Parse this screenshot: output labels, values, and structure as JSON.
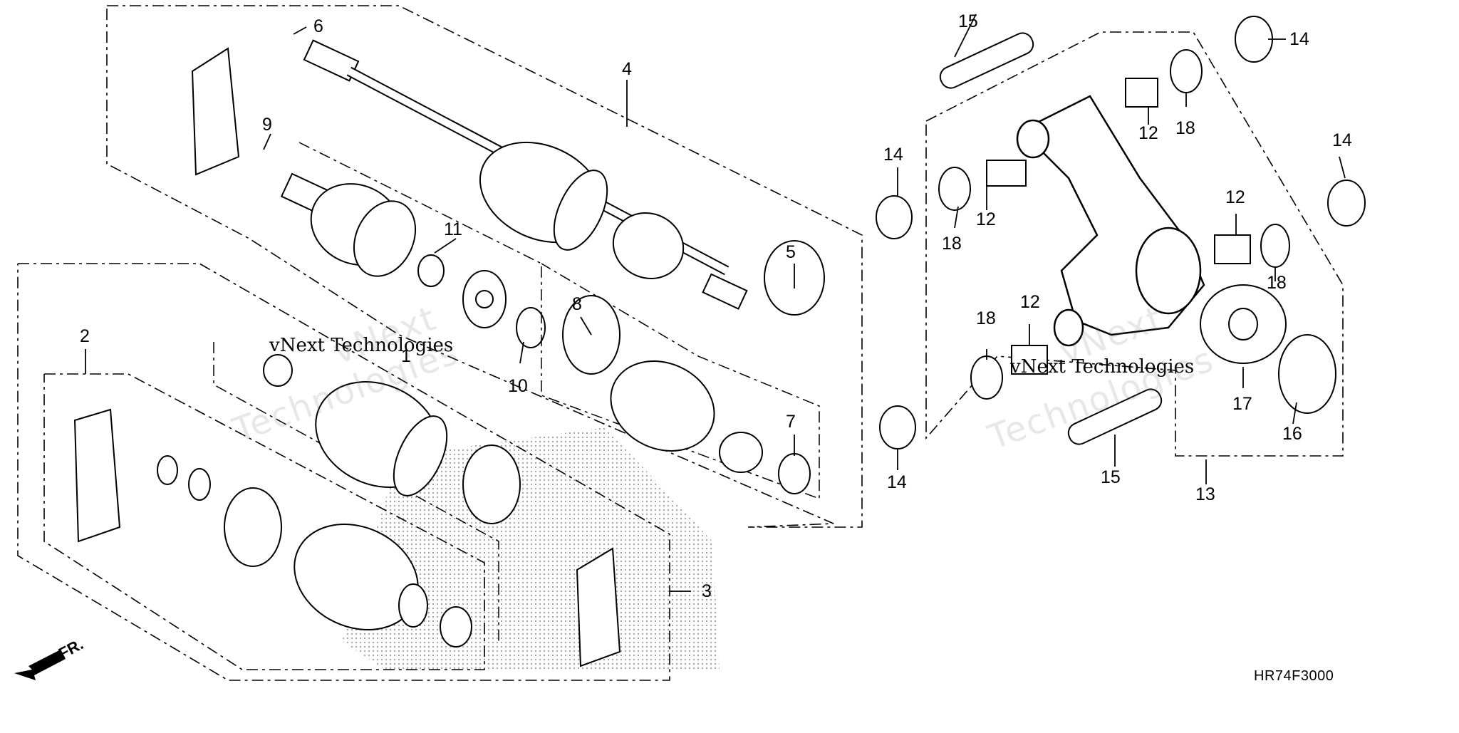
{
  "diagram": {
    "code": "HR74F3000",
    "front_label": "FR.",
    "callouts": [
      "1",
      "2",
      "3",
      "4",
      "5",
      "6",
      "7",
      "8",
      "9",
      "10",
      "11",
      "12",
      "12",
      "12",
      "12",
      "13",
      "14",
      "14",
      "14",
      "14",
      "15",
      "15",
      "16",
      "17",
      "18",
      "18",
      "18",
      "18"
    ]
  },
  "watermark": {
    "line": "vNext Technologies",
    "word_a": "vNext",
    "word_b": "Technologies"
  }
}
